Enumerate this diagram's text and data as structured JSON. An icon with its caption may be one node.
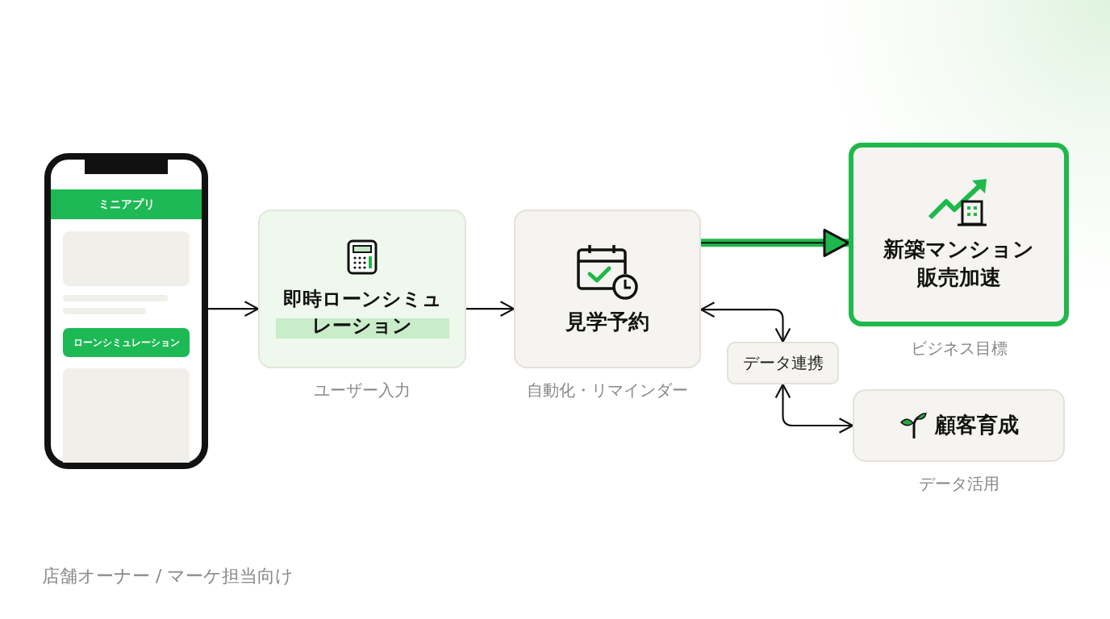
{
  "diagram": {
    "nodes": [
      {
        "text": [
          "ミニアプリ",
          "ローンシミュレーション"
        ]
      },
      {
        "text": [
          "即時ローンシミュレーション"
        ],
        "beside": [
          "ユーザー入力"
        ]
      },
      {
        "text": [
          "見学予約"
        ],
        "beside": [
          "自動化・リマインダー"
        ]
      },
      {
        "text": [
          "新築マンション販売加速"
        ],
        "beside": [
          "ビジネス目標"
        ]
      },
      {
        "text": [
          "データ連携"
        ]
      },
      {
        "text": [
          "顧客育成"
        ],
        "beside": [
          "データ活用"
        ]
      }
    ],
    "edges": [
      {
        "from": 0,
        "to": 1,
        "arrow": "to"
      },
      {
        "from": 1,
        "to": 2,
        "arrow": "to"
      },
      {
        "from": 2,
        "to": 3,
        "arrow": "to",
        "style": "thick",
        "color": "#1fb84a"
      },
      {
        "from": 2,
        "to": 4,
        "arrow": "both"
      },
      {
        "from": 4,
        "to": 5,
        "arrow": "both"
      }
    ],
    "labels": [
      "店舗オーナー / マーケ担当向け"
    ]
  }
}
